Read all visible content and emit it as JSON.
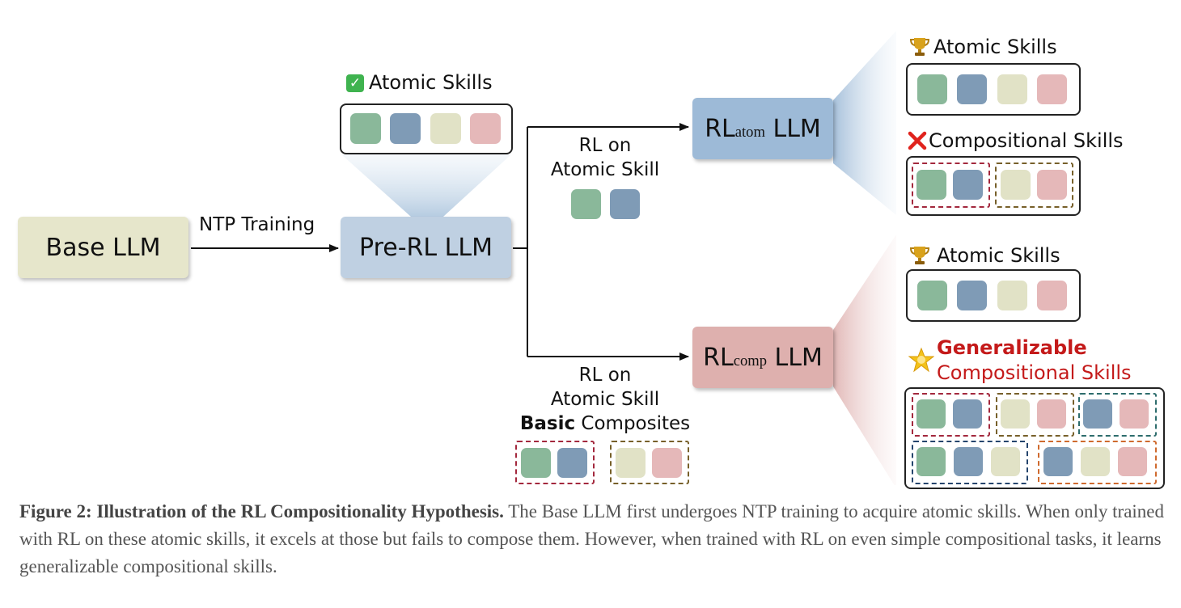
{
  "nodes": {
    "base": "Base LLM",
    "pre_rl": "Pre-RL LLM",
    "rl_atom_main": "RL",
    "rl_atom_sub": "atom",
    "rl_atom_suffix": " LLM",
    "rl_comp_main": "RL",
    "rl_comp_sub": "comp",
    "rl_comp_suffix": " LLM"
  },
  "edges": {
    "ntp": "NTP Training",
    "rl_atomic": [
      "RL on",
      "Atomic Skill"
    ],
    "rl_comp": [
      "RL on",
      "Atomic Skill",
      "Basic",
      " Composites"
    ]
  },
  "panels": {
    "pre_rl_title": "Atomic Skills",
    "atom_atomic_title": "Atomic Skills",
    "atom_comp_title": "Compositional Skills",
    "comp_atomic_title": "Atomic Skills",
    "comp_gen_title_1": "Generalizable",
    "comp_gen_title_2": "Compositional Skills"
  },
  "icons": {
    "pre_rl": "check-mark-icon",
    "atom_atomic": "trophy-icon",
    "atom_comp": "cross-mark-icon",
    "comp_atomic": "trophy-icon",
    "comp_gen": "star-icon"
  },
  "colors": {
    "green": "#8ab89a",
    "blue": "#7f9bb6",
    "beige": "#e1e2c6",
    "pink": "#e5b8b9",
    "base_node": "#e6e6cb",
    "pre_rl_node": "#bfd0e2",
    "rl_atom_node": "#9dbad7",
    "rl_comp_node": "#deb0ae",
    "red_text": "#c41a1a",
    "dash_red": "#a3283d",
    "dash_olive": "#77602a",
    "dash_teal": "#2e6d6d",
    "dash_navy": "#25456d",
    "dash_orange": "#cf6a2e"
  },
  "caption": {
    "label": "Figure 2: Illustration of the RL Compositionality Hypothesis.",
    "text": " The Base LLM first undergoes NTP training to acquire atomic skills. When only trained with RL on these atomic skills, it excels at those but fails to compose them. However, when trained with RL on even simple compositional tasks, it learns generalizable compositional skills."
  }
}
